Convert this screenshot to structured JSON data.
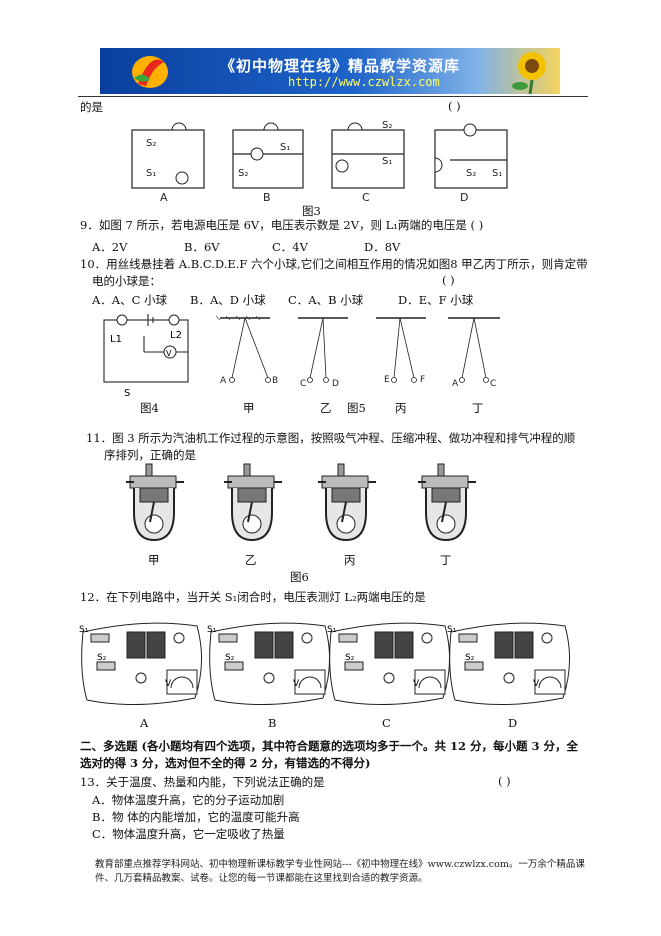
{
  "header": {
    "banner_title": "《初中物理在线》精品教学资源库",
    "banner_url": "http://www.czwlzx.com"
  },
  "q8": {
    "tail": "的是",
    "paren": "(      )",
    "figure_caption": "图3",
    "circuit_labels": [
      "A",
      "B",
      "C",
      "D"
    ],
    "switches": [
      "S2",
      "S1",
      "S1",
      "S2",
      "S2",
      "S1",
      "S2",
      "S1"
    ]
  },
  "q9": {
    "text": "9．如图 7 所示，若电源电压是 6V，电压表示数是 2V，则 L₁两端的电压是 (      )",
    "options": [
      "A．2V",
      "B．6V",
      "C．4V",
      "D．8V"
    ]
  },
  "q10": {
    "text_line1": "10．用丝线悬挂着 A.B.C.D.E.F 六个小球,它们之间相互作用的情况如图8 甲乙丙丁所示，则肯定带",
    "text_line2": "电的小球是：",
    "paren": "(      )",
    "options": [
      "A．A、C 小球",
      "B．A、D 小球",
      "C．A、B 小球",
      "D．E、F 小球"
    ]
  },
  "fig4": {
    "caption": "图4",
    "labels": [
      "L1",
      "L2",
      "S",
      "V"
    ]
  },
  "fig5": {
    "panels": [
      "甲",
      "乙",
      "丙",
      "丁"
    ],
    "caption": "图5",
    "ball_labels": [
      "A",
      "B",
      "C",
      "D",
      "E",
      "F",
      "A",
      "C"
    ]
  },
  "q11": {
    "text_line1": "11．图 3 所示为汽油机工作过程的示意图，按照吸气冲程、压缩冲程、做功冲程和排气冲程的顺",
    "text_line2": "序排列，正确的是",
    "engine_labels": [
      "甲",
      "乙",
      "丙",
      "丁"
    ],
    "caption": "图6"
  },
  "q12": {
    "text": "12．在下列电路中，当开关 S₁闭合时，电压表测灯 L₂两端电压的是",
    "labels": [
      "A",
      "B",
      "C",
      "D"
    ]
  },
  "section2": {
    "line1": "二、多选题 (各小题均有四个选项，其中符合题意的选项均多于一个。共 12 分，每小题 3 分，全",
    "line2": "选对的得 3 分，选对但不全的得 2 分，有错选的不得分)"
  },
  "q13": {
    "text": "13．关于温度、热量和内能，下列说法正确的是",
    "paren": "(      )",
    "options": [
      "A．物体温度升高，它的分子运动加剧",
      "B．物 体的内能增加，它的温度可能升高",
      "C．物体温度升高，它一定吸收了热量"
    ]
  },
  "footer": {
    "text": "教育部重点推荐学科网站、初中物理新课标教学专业性网站---《初中物理在线》www.czwlzx.com。一万余个精品课件、几万套精品教案、试卷。让您的每一节课都能在这里找到合适的教学资源。"
  }
}
